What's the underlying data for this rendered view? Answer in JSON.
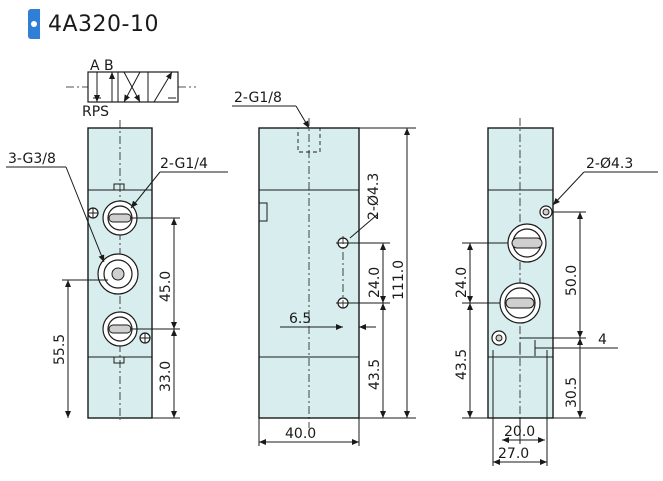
{
  "title": "4A320-10",
  "accent_color": "#2f7fd6",
  "body_color": "#d8eeee",
  "symbol": {
    "top_labels": "A B",
    "bottom_labels": "RPS"
  },
  "labels": {
    "g38": "3-G3/8",
    "g14": "2-G1/4",
    "g18": "2-G1/8",
    "d43_side": "2-Ø4.3",
    "d43_right": "2-Ø4.3"
  },
  "dims": {
    "d55_5": "55.5",
    "d45_0": "45.0",
    "d33_0": "33.0",
    "d24_0": "24.0",
    "d111_0": "111.0",
    "d43_5": "43.5",
    "d6_5": "6.5",
    "d40_0": "40.0",
    "r24_0": "24.0",
    "r43_5": "43.5",
    "r50_0": "50.0",
    "r30_5": "30.5",
    "r4": "4",
    "r20_0": "20.0",
    "r27_0": "27.0"
  }
}
